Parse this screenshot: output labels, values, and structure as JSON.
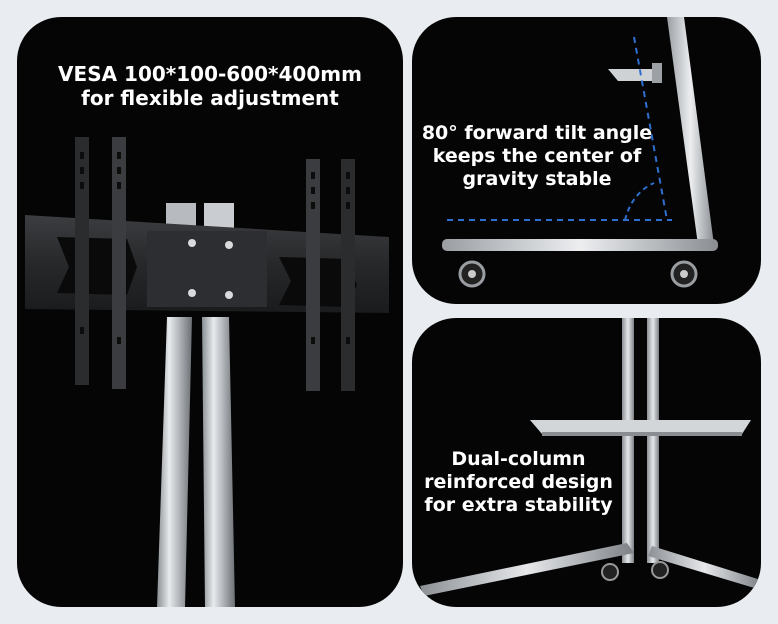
{
  "panels": {
    "vesa": {
      "lines": [
        "VESA 100*100-600*400mm",
        "for flexible adjustment"
      ]
    },
    "tilt": {
      "lines": [
        "80° forward tilt angle",
        "keeps the center of",
        "gravity stable"
      ]
    },
    "dual_column": {
      "lines": [
        "Dual-column",
        "reinforced design",
        "for extra stability"
      ]
    }
  }
}
